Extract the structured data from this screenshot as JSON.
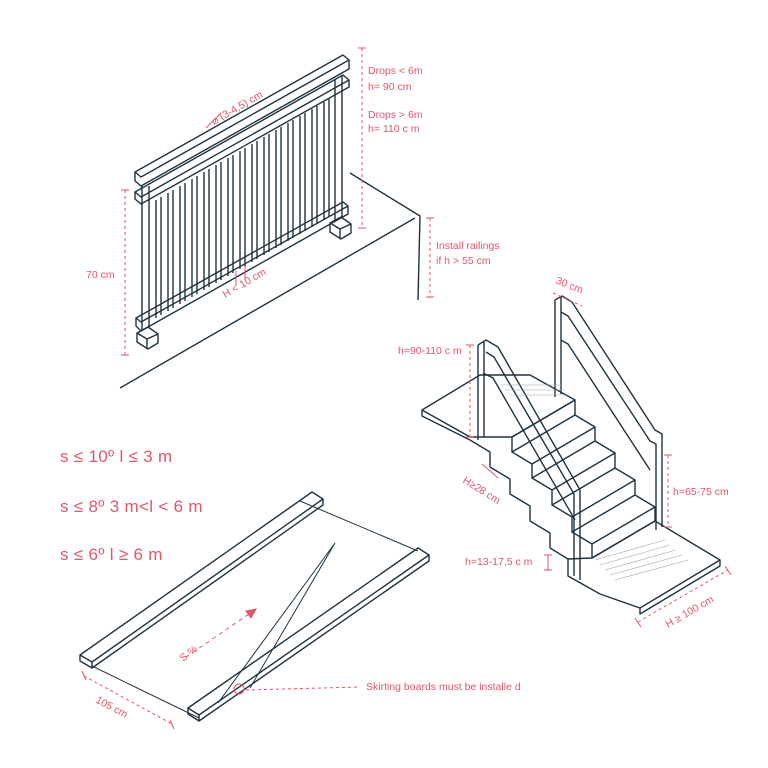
{
  "colors": {
    "line": "#1f3340",
    "annotation": "#e0566b",
    "tread": "#9aa3a8",
    "background": "#ffffff"
  },
  "railing": {
    "diameter": "⌀ (3-4,5) cm",
    "drops_small": "Drops < 6m",
    "h90": "h= 90 cm",
    "drops_large": "Drops > 6m",
    "h110": "h= 110 c m",
    "install_1": "Install railings",
    "install_2": "if h > 55 cm",
    "height70": "70 cm",
    "gap": "H < 10 cm"
  },
  "slopes": {
    "rule1": "s ≤ 10º  l ≤ 3 m",
    "rule2": "s ≤ 8º  3 m<l < 6 m",
    "rule3": "s ≤ 6º  l ≥ 6 m"
  },
  "ramp": {
    "slope": "S %",
    "width": "105 cm",
    "skirting": "Skirting boards must be installe d"
  },
  "stairs": {
    "rail_width": "30 cm",
    "rail_height": "h=90-110 c m",
    "tread": "H≥28 cm",
    "low_rail": "h=65-75 cm",
    "riser": "h=13-17,5 c m",
    "landing": "H ≥ 100 cm"
  }
}
